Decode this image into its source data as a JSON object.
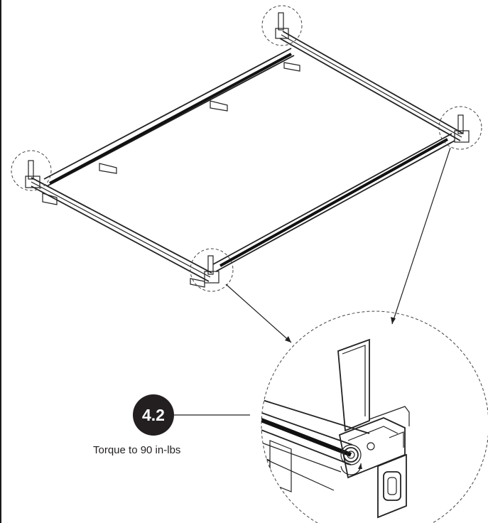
{
  "step": {
    "number": "4.2",
    "caption": "Torque to 90 in-lbs",
    "badge_color": "#231f20"
  },
  "illustration": {
    "subject": "rectangular rail frame with four corner brackets",
    "detail_callout": "corner bracket bolt close-up"
  }
}
